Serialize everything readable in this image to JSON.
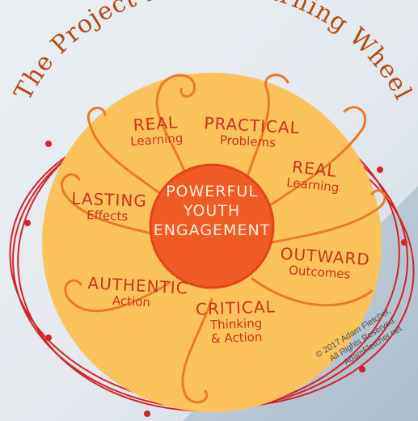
{
  "title": "The Project Based Learning Wheel",
  "center": {
    "line1": "POWERFUL",
    "line2": "YOUTH",
    "line3": "ENGAGEMENT"
  },
  "petals": [
    {
      "id": "real-learning-top",
      "big": "REAL",
      "small": "Learning"
    },
    {
      "id": "practical-problems",
      "big": "PRACTICAL",
      "small": "Problems"
    },
    {
      "id": "real-learning-right",
      "big": "REAL",
      "small": "Learning"
    },
    {
      "id": "outward-outcomes",
      "big": "OUTWARD",
      "small": "Outcomes"
    },
    {
      "id": "critical-thinking",
      "big": "CRITICAL",
      "small": "Thinking",
      "small2": "& Action"
    },
    {
      "id": "authentic-action",
      "big": "AUTHENTIC",
      "small": "Action"
    },
    {
      "id": "lasting-effects",
      "big": "LASTING",
      "small": "Effects"
    }
  ],
  "copyright": {
    "line1": "© 2017 Adam Fletcher.",
    "line2": "All Rights Reserved.",
    "line3": "AdamFletcher.net"
  },
  "colors": {
    "wheel_fill": "#fcc35c",
    "center_fill": "#f05a24",
    "text_red": "#c8321f",
    "ring_red": "#d2232a",
    "spoke_orange": "#ea7a2b"
  }
}
